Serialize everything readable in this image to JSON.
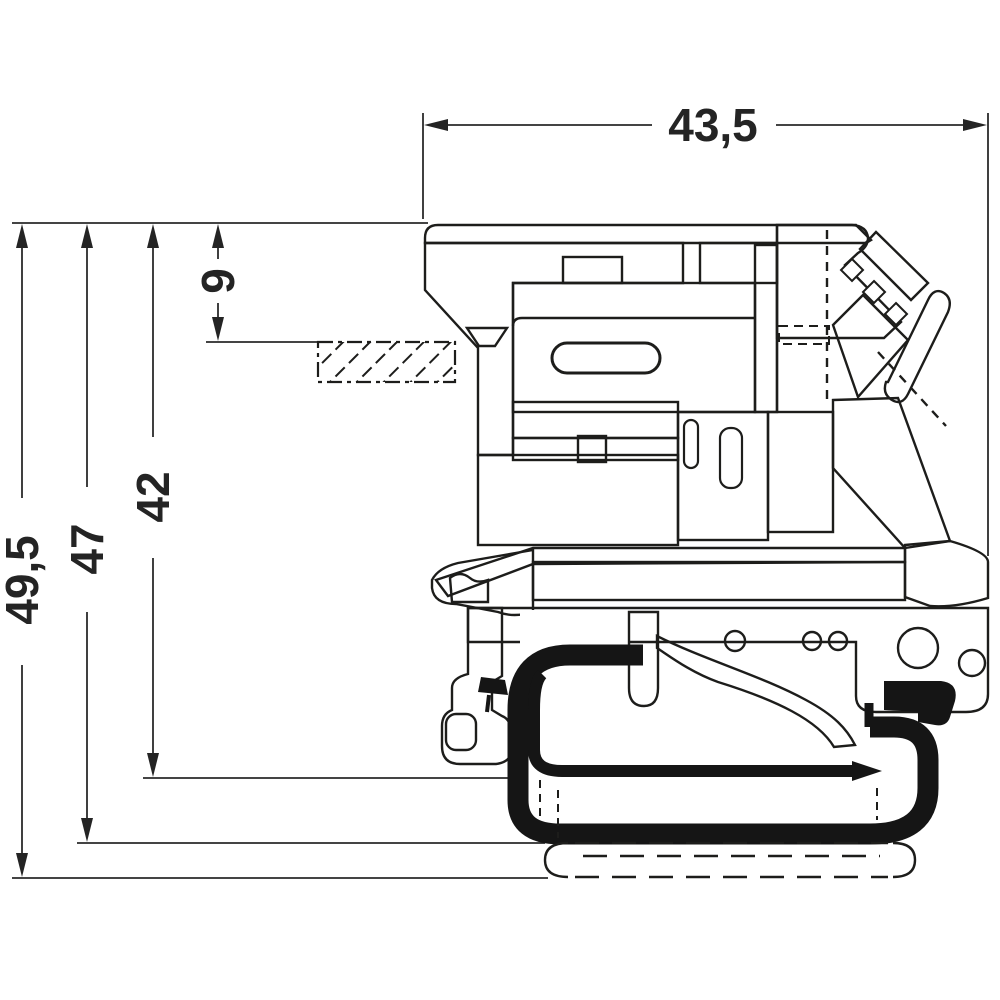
{
  "drawing": {
    "title": "Terminal block side profile with DIN rail mounting - dimensional drawing",
    "dimensions": {
      "top_width": {
        "label": "43,5",
        "value": 43.5,
        "orientation": "horizontal"
      },
      "overall_height": {
        "label": "49,5",
        "value": 49.5,
        "orientation": "vertical"
      },
      "height_47": {
        "label": "47",
        "value": 47,
        "orientation": "vertical"
      },
      "height_42": {
        "label": "42",
        "value": 42,
        "orientation": "vertical"
      },
      "marker_offset": {
        "label": "9",
        "value": 9,
        "orientation": "vertical"
      }
    },
    "line_color": "#1d1d1b",
    "clip_color": "#151515",
    "background": "#ffffff"
  }
}
